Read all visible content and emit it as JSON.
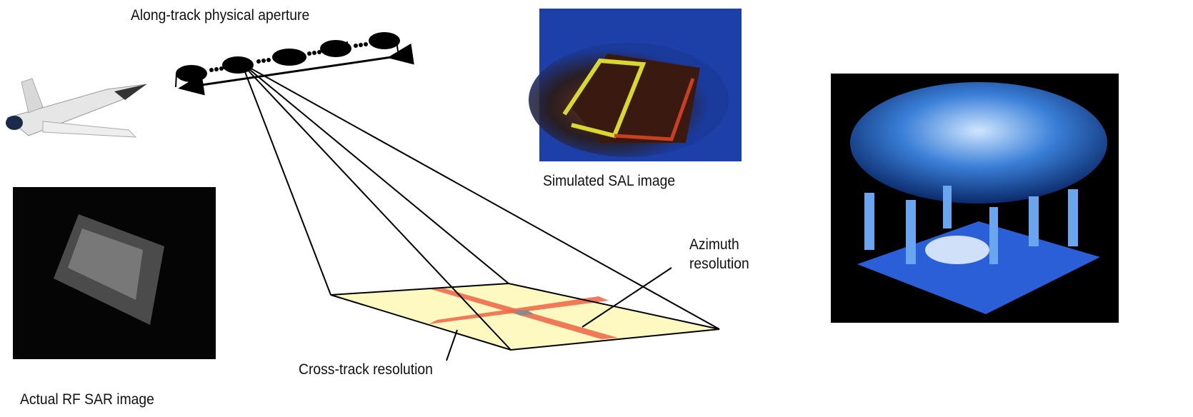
{
  "labels": {
    "aperture": "Along-track physical aperture",
    "simulated": "Simulated SAL image",
    "actual": "Actual RF SAR image",
    "azimuth_line1": "Azimuth",
    "azimuth_line2": "resolution",
    "cross_track": "Cross-track resolution"
  },
  "colors": {
    "ground": "#fdf9c0",
    "band": "#ee6a4c",
    "cell": "#8a8a8a"
  }
}
